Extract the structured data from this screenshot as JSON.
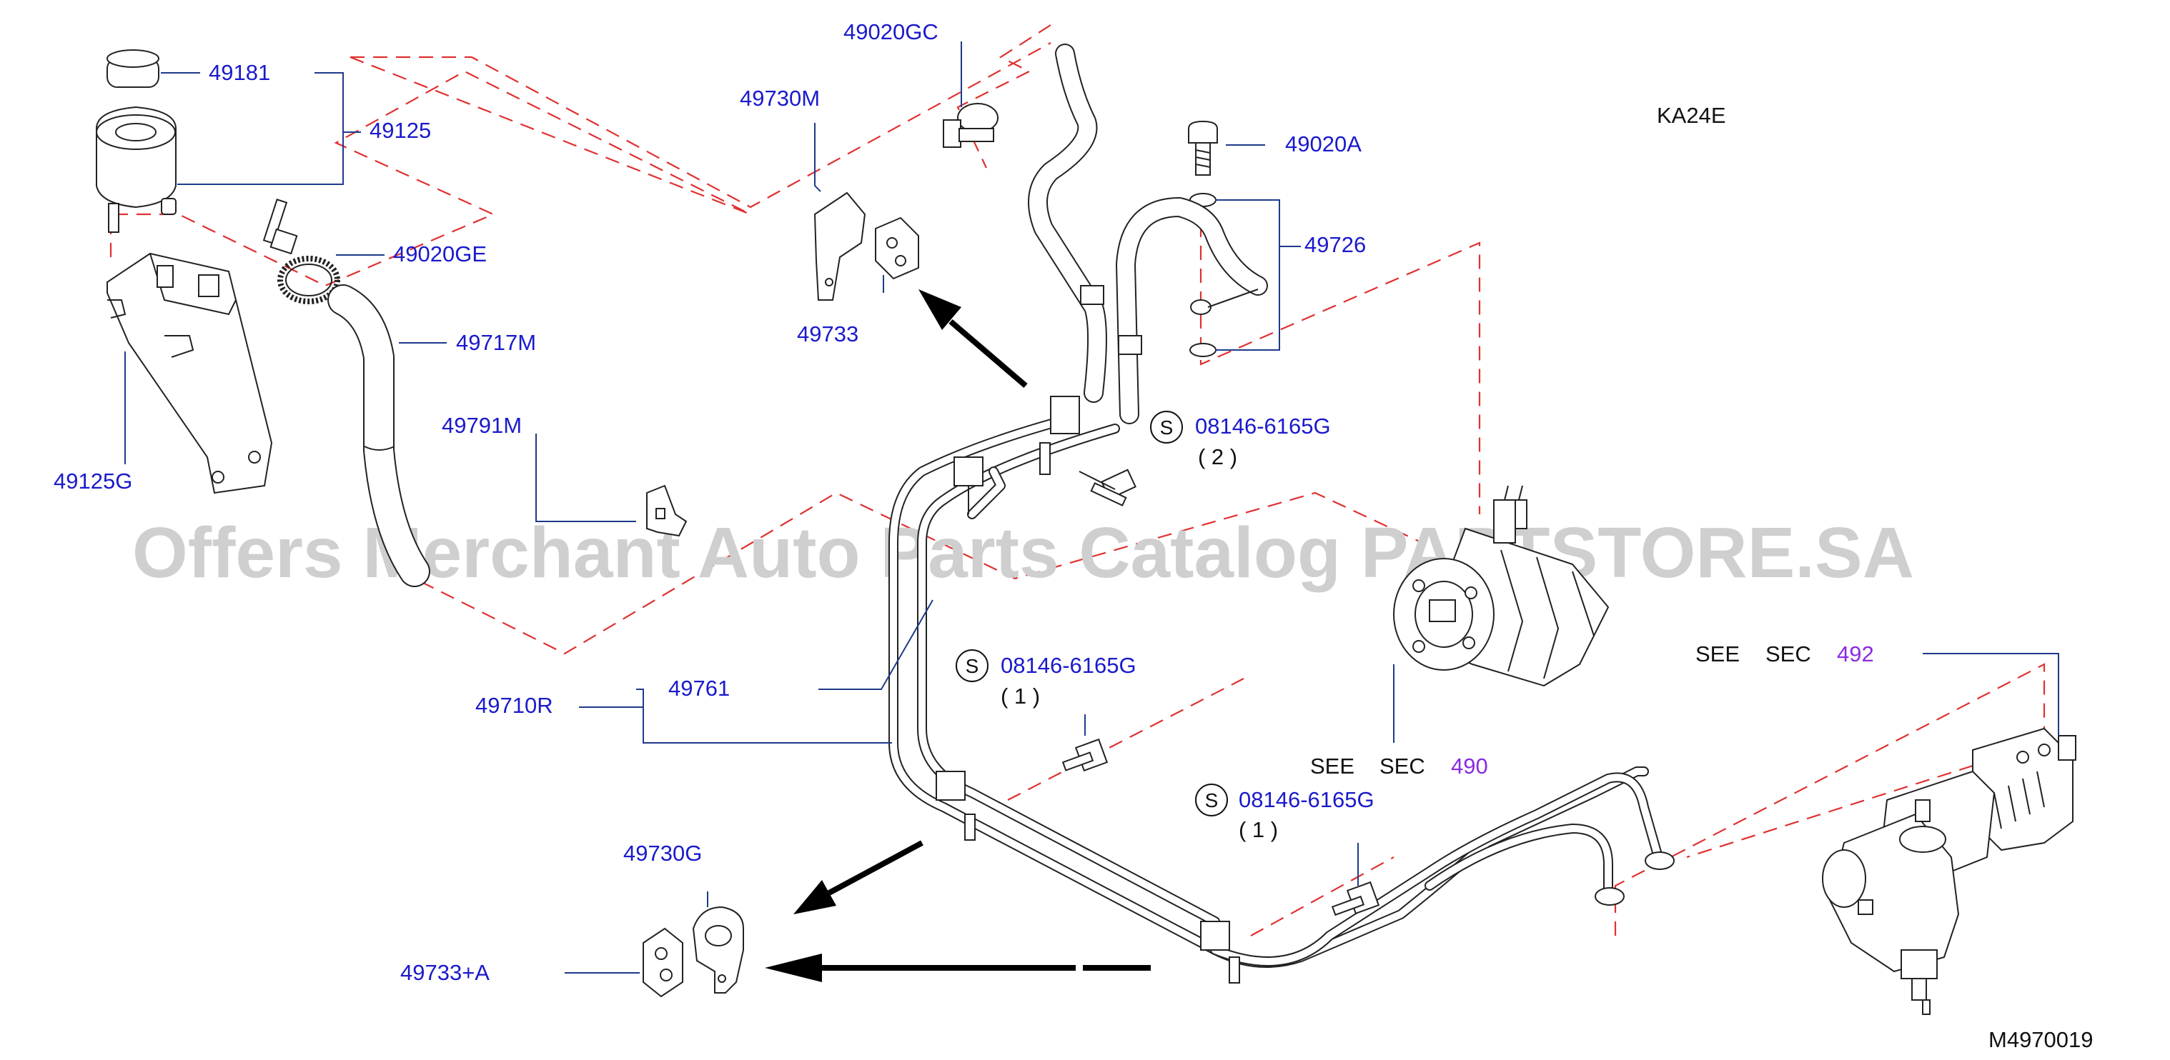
{
  "engine_code": "KA24E",
  "diagram_code": "M4970019",
  "watermark": "Offers Merchant Auto Parts Catalog PARTSTORE.SA",
  "bolt_symbol": "S",
  "colors": {
    "label": "#1a1acc",
    "section_ref": "#8a2be2",
    "plain_text": "#111111",
    "leader": "#1e3a8a",
    "dashed": "#e03030",
    "watermark": "#cfcfcf"
  },
  "parts": {
    "p49181": "49181",
    "p49125": "49125",
    "p49020GE": "49020GE",
    "p49717M": "49717M",
    "p49125G": "49125G",
    "p49791M": "49791M",
    "p49020GC": "49020GC",
    "p49730M": "49730M",
    "p49733": "49733",
    "p49020A": "49020A",
    "p49726": "49726",
    "p49761": "49761",
    "p49710R": "49710R",
    "p49730G": "49730G",
    "p49733A": "49733+A"
  },
  "bolts": [
    {
      "code": "08146-6165G",
      "qty": "(  2  )"
    },
    {
      "code": "08146-6165G",
      "qty": "(  1  )"
    },
    {
      "code": "08146-6165G",
      "qty": "(  1  )"
    }
  ],
  "section_refs": [
    {
      "see": "SEE",
      "sec": "SEC",
      "num": "490"
    },
    {
      "see": "SEE",
      "sec": "SEC",
      "num": "492"
    }
  ]
}
